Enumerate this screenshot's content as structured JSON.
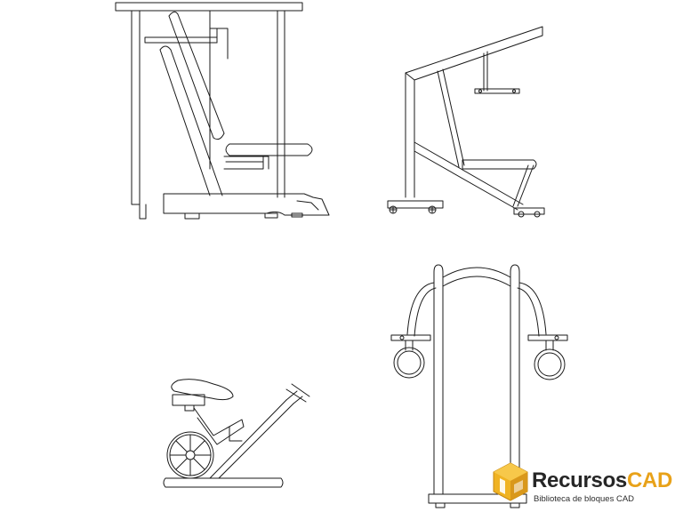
{
  "drawings": [
    {
      "id": "abdominal-bench",
      "view": "side"
    },
    {
      "id": "pull-down-machine",
      "view": "side"
    },
    {
      "id": "exercise-bike",
      "view": "side"
    },
    {
      "id": "ring-station",
      "view": "front"
    }
  ],
  "watermark": {
    "brand_part1": "Recursos",
    "brand_part2": "CAD",
    "tagline": "Biblioteca de bloques CAD",
    "colors": {
      "accent": "#f0b323",
      "accent_dark": "#c78a12",
      "text": "#262626"
    }
  },
  "colors": {
    "line": "#1a1a1a",
    "background": "#ffffff"
  }
}
